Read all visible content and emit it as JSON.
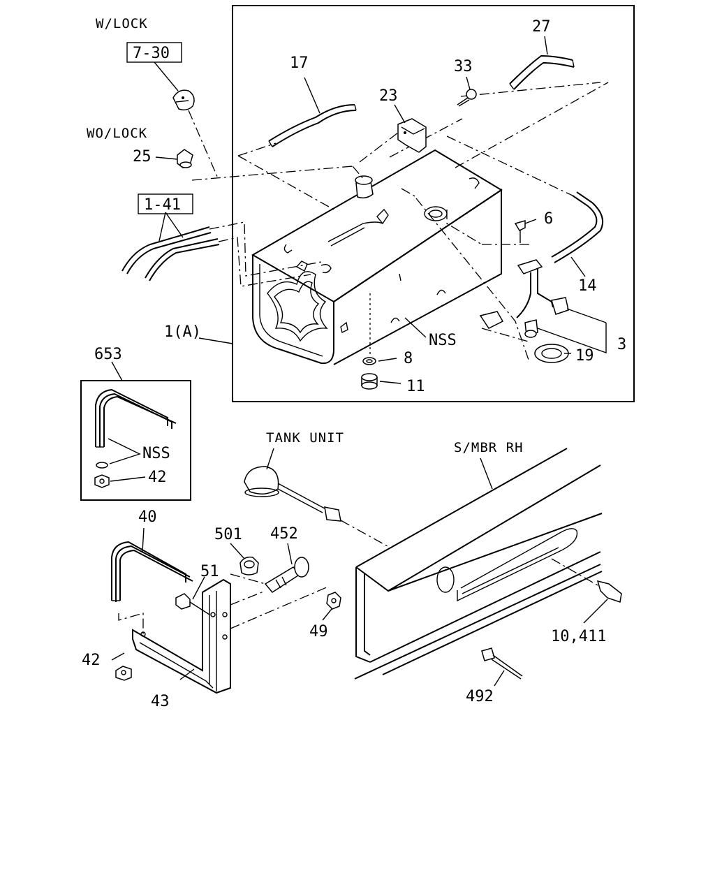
{
  "labels": {
    "w_lock": "W/LOCK",
    "wo_lock": "WO/LOCK",
    "ref_7_30": "7-30",
    "ref_1_41": "1-41",
    "p17": "17",
    "p27": "27",
    "p33": "33",
    "p23": "23",
    "p25": "25",
    "p6": "6",
    "p14": "14",
    "p3": "3",
    "p19": "19",
    "p8": "8",
    "p11": "11",
    "nss_tank": "NSS",
    "p1a": "1(A)",
    "p653": "653",
    "nss_strap": "NSS",
    "p42_box": "42",
    "tank_unit": "TANK UNIT",
    "smbr_rh": "S/MBR RH",
    "p40": "40",
    "p501": "501",
    "p452": "452",
    "p51": "51",
    "p49": "49",
    "p42": "42",
    "p43": "43",
    "p10_411": "10,411",
    "p492": "492"
  }
}
